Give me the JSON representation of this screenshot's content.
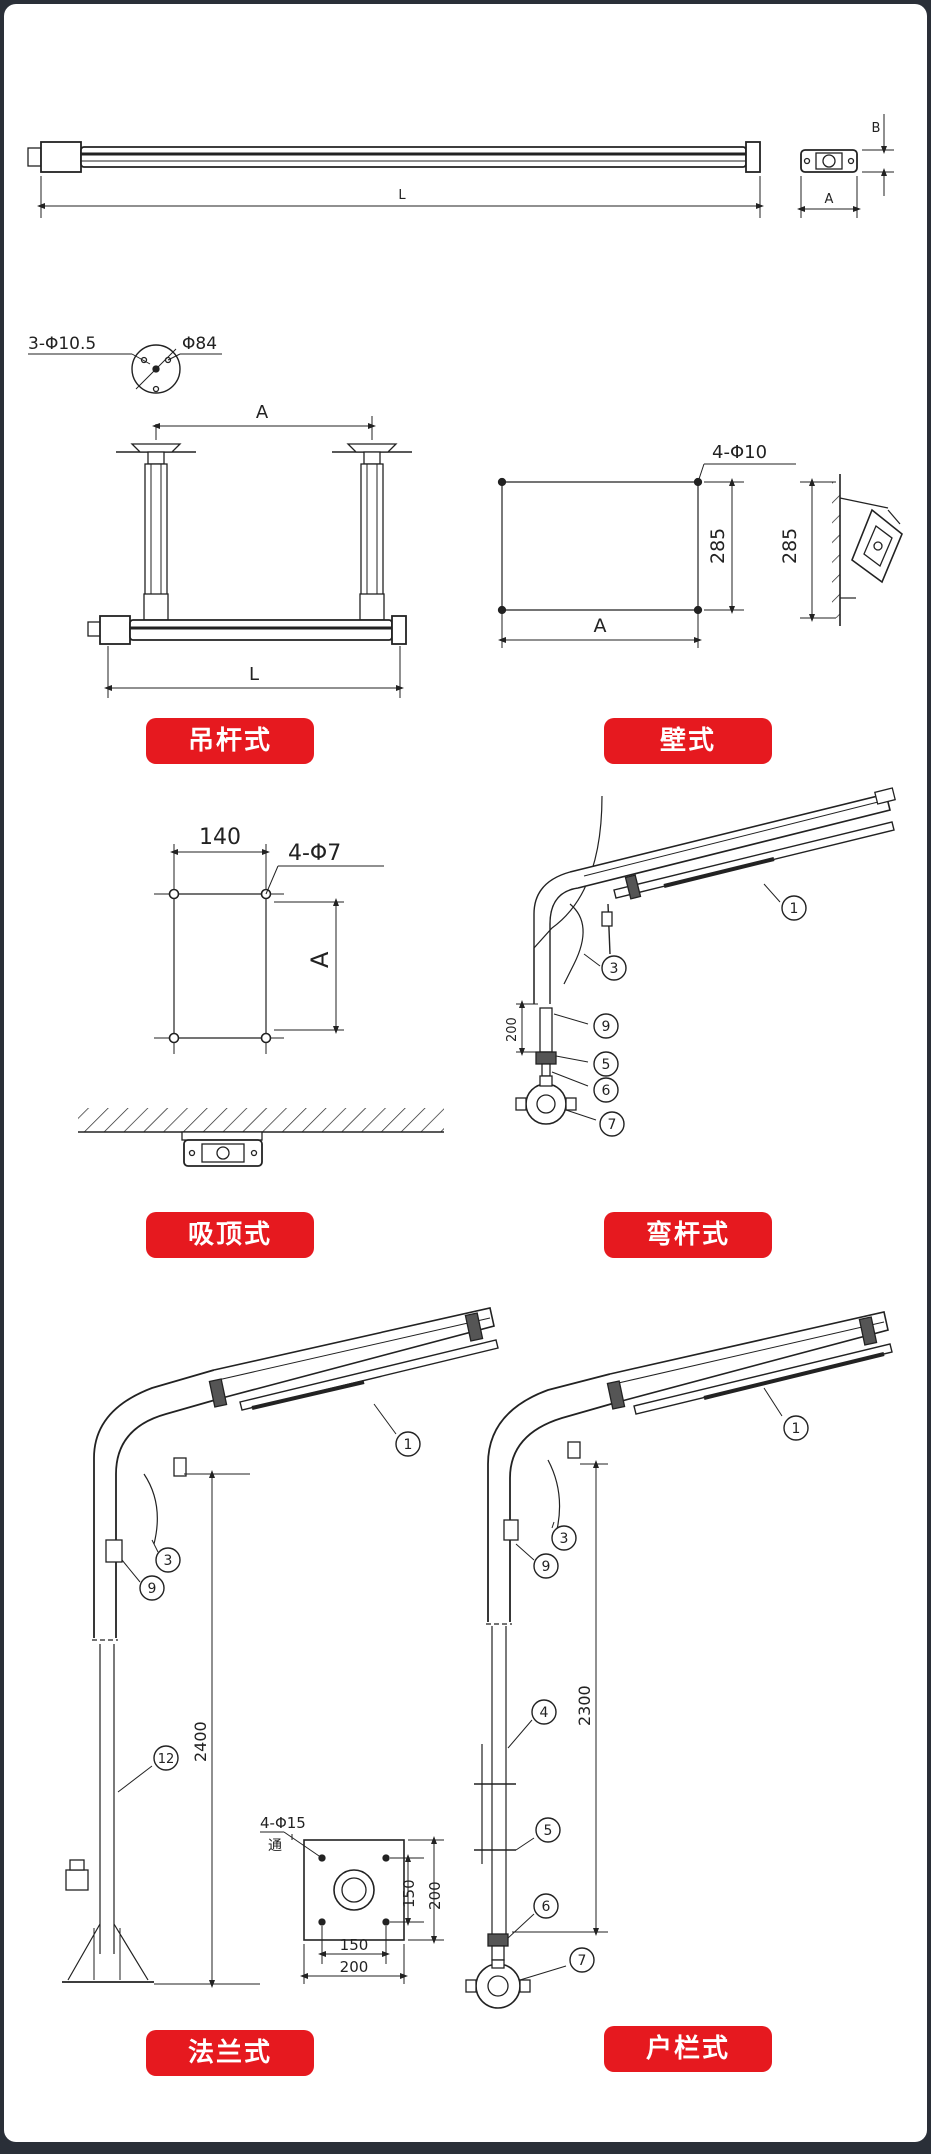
{
  "top": {
    "length": "L",
    "dim_a": "A",
    "dim_b": "B"
  },
  "pendant": {
    "holes": "3-Φ10.5",
    "dia": "Φ84",
    "dim_a": "A",
    "length": "L",
    "label": "吊杆式"
  },
  "wall": {
    "holes": "4-Φ10",
    "height": "285",
    "height_side": "285",
    "dim_a": "A",
    "label": "壁式"
  },
  "ceiling": {
    "pitch": "140",
    "holes": "4-Φ7",
    "dim_a": "A",
    "label": "吸顶式"
  },
  "bent": {
    "callouts": [
      "1",
      "3",
      "9",
      "5",
      "6",
      "7"
    ],
    "dim": "200",
    "label": "弯杆式"
  },
  "flange": {
    "callouts": [
      "1",
      "3",
      "9",
      "12"
    ],
    "height": "2400",
    "holes": "4-Φ15",
    "hole_note": "通",
    "d150": "150",
    "d200": "200",
    "d150b": "150",
    "d200b": "200",
    "label": "法兰式"
  },
  "fence": {
    "callouts": [
      "1",
      "3",
      "9",
      "4",
      "5",
      "6",
      "7"
    ],
    "height": "2300",
    "label": "户栏式"
  },
  "colors": {
    "badge": "#e6191f",
    "line": "#222222"
  }
}
